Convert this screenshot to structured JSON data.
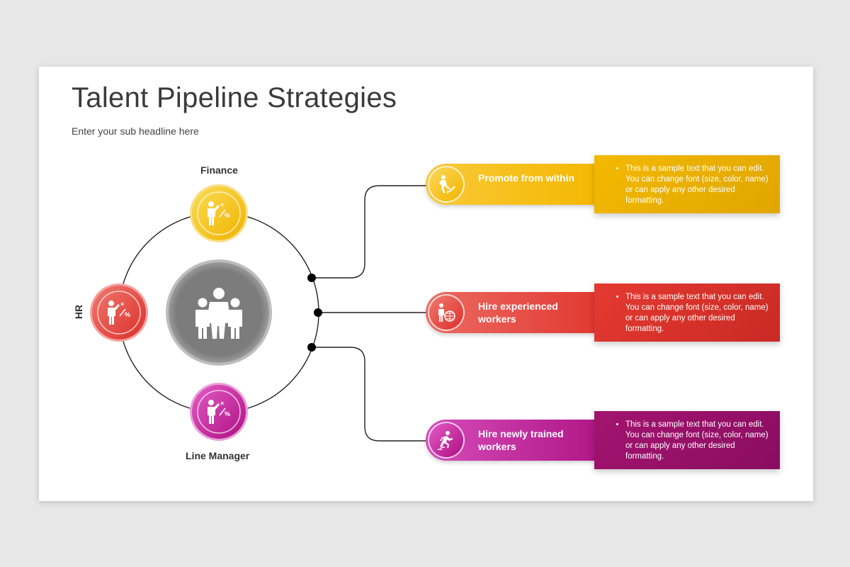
{
  "title": "Talent Pipeline Strategies",
  "subtitle": "Enter your sub headline here",
  "hub": {
    "icon": "team-group-icon",
    "nodes": [
      {
        "label": "Finance",
        "icon": "presenter-strategy-icon",
        "color": "#f5c21b"
      },
      {
        "label": "HR",
        "icon": "presenter-strategy-icon",
        "color": "#e0403a"
      },
      {
        "label": "Line Manager",
        "icon": "presenter-strategy-icon",
        "color": "#c0168e"
      }
    ]
  },
  "strategies": [
    {
      "title": "Promote from within",
      "icon": "climbing-stairs-icon",
      "color": "#f5c000",
      "description": "This is a sample text that you can edit. You can change font (size, color, name) or can apply any other desired formatting."
    },
    {
      "title": "Hire experienced workers",
      "icon": "globe-worker-icon",
      "color": "#e23c33",
      "description": "This is a sample text that you can edit. You can change font (size, color, name) or can apply any other desired formatting."
    },
    {
      "title": "Hire newly trained workers",
      "icon": "runner-steps-icon",
      "color": "#b41987",
      "description": "This is a sample text that you can edit. You can change font (size, color, name) or can apply any other desired formatting."
    }
  ]
}
